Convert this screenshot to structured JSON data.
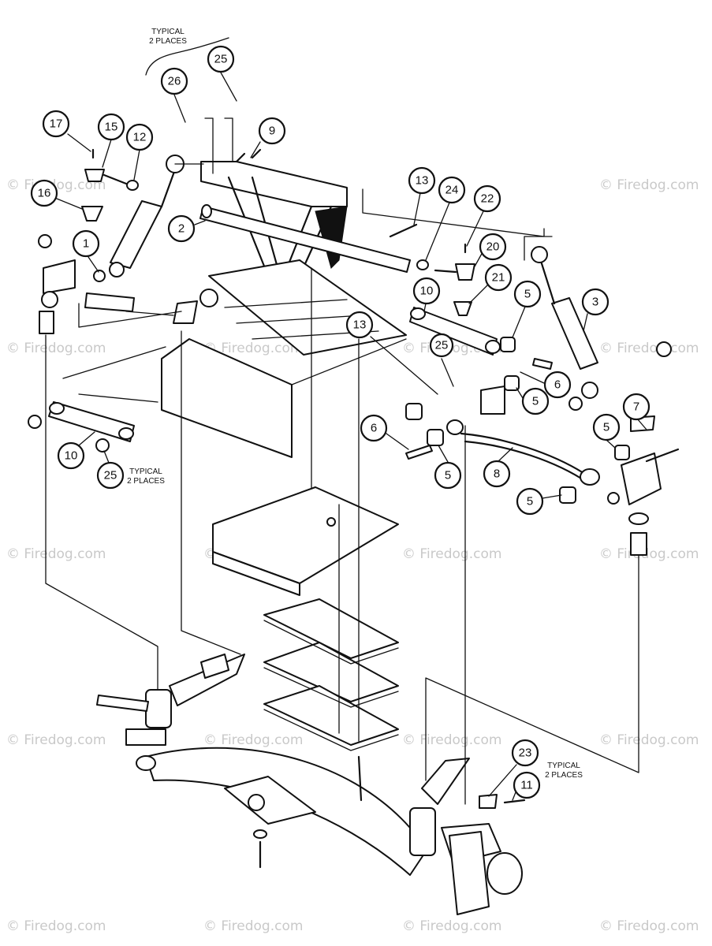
{
  "watermark": "© Firedog.com",
  "notes": {
    "top": [
      "TYPICAL",
      "2 PLACES"
    ],
    "left": [
      "TYPICAL",
      "2 PLACES"
    ],
    "right": [
      "TYPICAL",
      "2 PLACES"
    ]
  },
  "callouts": {
    "c1": "1",
    "c2": "2",
    "c3": "3",
    "c5a": "5",
    "c5b": "5",
    "c5c": "5",
    "c5d": "5",
    "c5e": "5",
    "c6a": "6",
    "c6b": "6",
    "c7": "7",
    "c8": "8",
    "c9": "9",
    "c10a": "10",
    "c10b": "10",
    "c11": "11",
    "c12": "12",
    "c13a": "13",
    "c13b": "13",
    "c15": "15",
    "c16": "16",
    "c17": "17",
    "c20": "20",
    "c21": "21",
    "c22": "22",
    "c23": "23",
    "c24": "24",
    "c25a": "25",
    "c25b": "25",
    "c25c": "25",
    "c26": "26"
  }
}
